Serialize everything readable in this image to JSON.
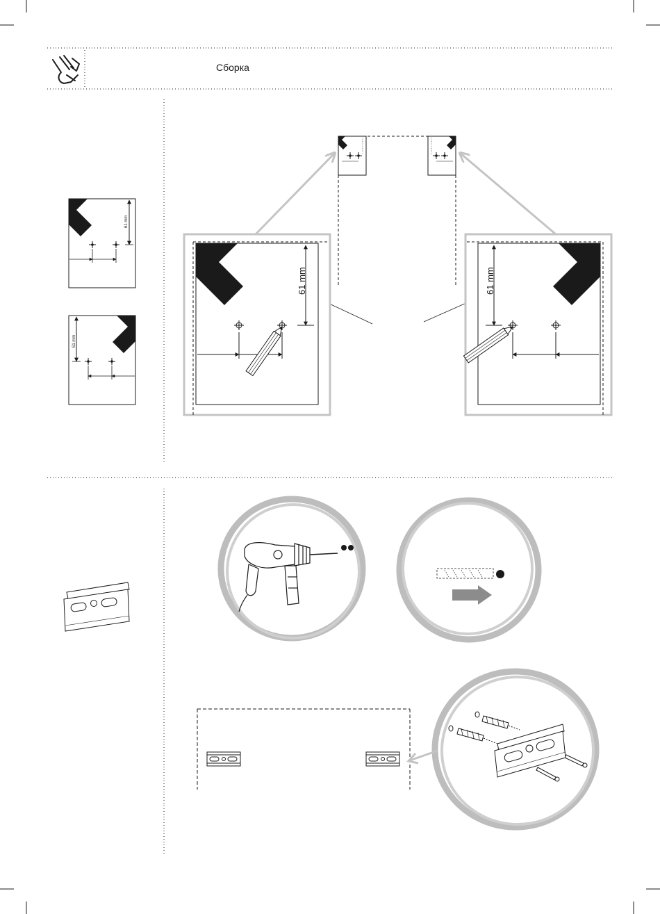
{
  "header": {
    "title": "Сборка",
    "icon": "hands-assembly-icon"
  },
  "step1": {
    "thumb_measure_label": "61 mm",
    "detail_measure_label": "61 mm"
  },
  "icons": {
    "drill": "drill-icon",
    "dowel": "wall-plug-icon",
    "bracket": "wall-bracket-icon",
    "pencil": "pencil-icon",
    "screw": "screw-icon"
  },
  "colors": {
    "line": "#1a1a1a",
    "frame_gray": "#c4c4c4",
    "circle_gray": "#bdbdbd",
    "arrow_gray": "#8c8c8c"
  }
}
